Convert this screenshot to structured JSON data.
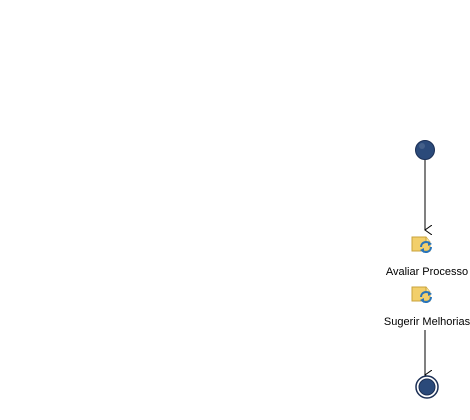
{
  "diagram": {
    "type": "process-flow",
    "start_node": {
      "icon": "start-event-circle",
      "fill": "#2b4a7a",
      "stroke": "#1b2f55"
    },
    "tasks": [
      {
        "label": "Avaliar Processo",
        "icon": "subprocess-folder-cycle-icon",
        "folder_color": "#f2cf6b",
        "cycle_color": "#2a74b8"
      },
      {
        "label": "Sugerir Melhorias",
        "icon": "subprocess-folder-cycle-icon",
        "folder_color": "#f2cf6b",
        "cycle_color": "#2a74b8"
      }
    ],
    "end_node": {
      "icon": "end-event-circle",
      "fill": "#2b4a7a",
      "stroke": "#1b2f55"
    },
    "connector_color": "#000000"
  }
}
